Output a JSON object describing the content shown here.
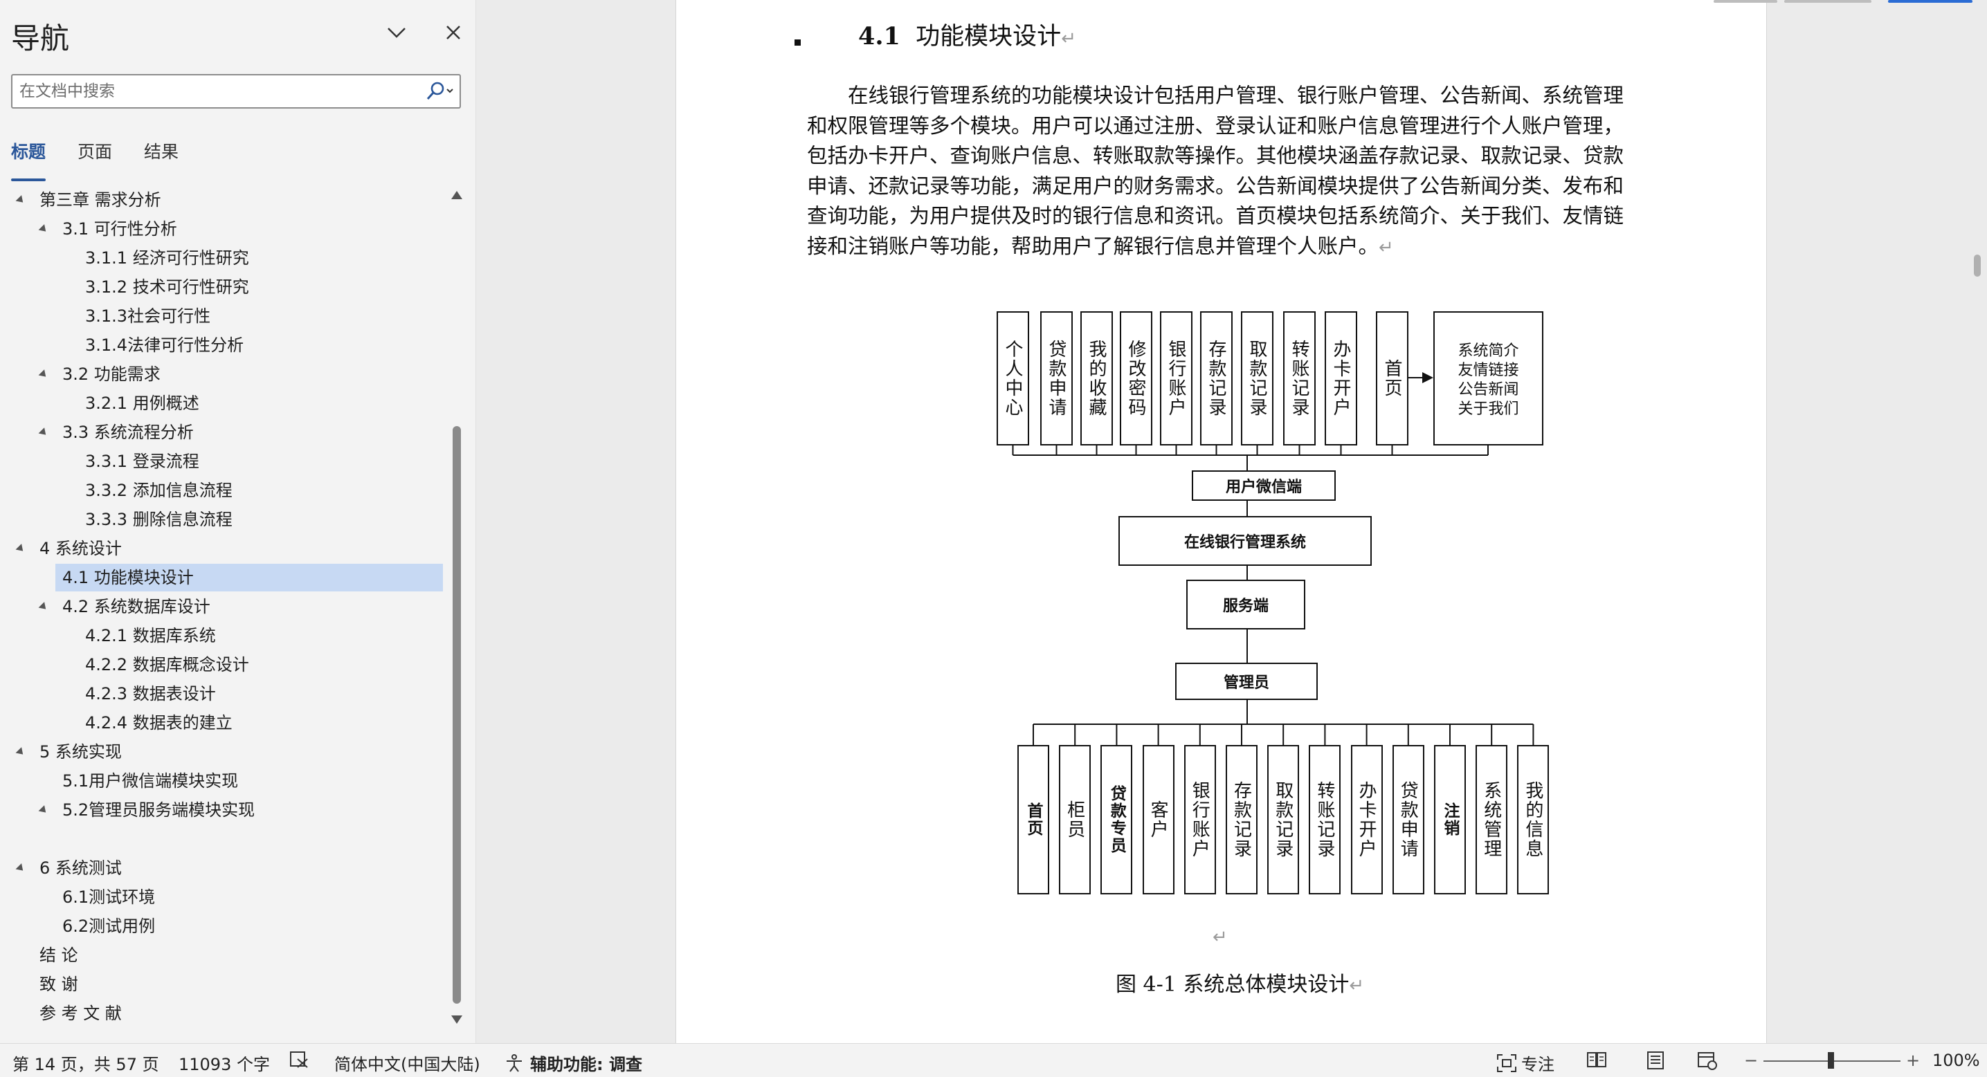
{
  "nav": {
    "title": "导航",
    "search_placeholder": "在文档中搜索",
    "tabs": [
      "标题",
      "页面",
      "结果"
    ],
    "items": [
      {
        "label": "第三章 需求分析",
        "level": 1,
        "expanded": true
      },
      {
        "label": "3.1 可行性分析",
        "level": 2,
        "expanded": true
      },
      {
        "label": "3.1.1 经济可行性研究",
        "level": 3
      },
      {
        "label": "3.1.2 技术可行性研究",
        "level": 3
      },
      {
        "label": "3.1.3社会可行性",
        "level": 3
      },
      {
        "label": "3.1.4法律可行性分析",
        "level": 3
      },
      {
        "label": "3.2 功能需求",
        "level": 2,
        "expanded": true
      },
      {
        "label": "3.2.1 用例概述",
        "level": 3
      },
      {
        "label": "3.3 系统流程分析",
        "level": 2,
        "expanded": true
      },
      {
        "label": "3.3.1 登录流程",
        "level": 3
      },
      {
        "label": "3.3.2 添加信息流程",
        "level": 3
      },
      {
        "label": "3.3.3 删除信息流程",
        "level": 3
      },
      {
        "label": "4  系统设计",
        "level": 1,
        "expanded": true
      },
      {
        "label": "4.1 功能模块设计",
        "level": 2,
        "selected": true
      },
      {
        "label": "4.2 系统数据库设计",
        "level": 2,
        "expanded": true
      },
      {
        "label": "4.2.1 数据库系统",
        "level": 3
      },
      {
        "label": "4.2.2 数据库概念设计",
        "level": 3
      },
      {
        "label": "4.2.3 数据表设计",
        "level": 3
      },
      {
        "label": "4.2.4 数据表的建立",
        "level": 3
      },
      {
        "label": "5  系统实现",
        "level": 1,
        "expanded": true
      },
      {
        "label": "5.1用户微信端模块实现",
        "level": 2
      },
      {
        "label": "5.2管理员服务端模块实现",
        "level": 2,
        "expanded": true
      },
      {
        "label": "",
        "level": 2
      },
      {
        "label": "6  系统测试",
        "level": 1,
        "expanded": true
      },
      {
        "label": "6.1测试环境",
        "level": 2
      },
      {
        "label": "6.2测试用例",
        "level": 2
      },
      {
        "label": "结   论",
        "level": 1
      },
      {
        "label": "致   谢",
        "level": 1
      },
      {
        "label": "参 考 文 献",
        "level": 1
      }
    ]
  },
  "document": {
    "heading_number": "4.1",
    "heading_text": "功能模块设计",
    "paragraph": "在线银行管理系统的功能模块设计包括用户管理、银行账户管理、公告新闻、系统管理和权限管理等多个模块。用户可以通过注册、登录认证和账户信息管理进行个人账户管理，包括办卡开户、查询账户信息、转账取款等操作。其他模块涵盖存款记录、取款记录、贷款申请、还款记录等功能，满足用户的财务需求。公告新闻模块提供了公告新闻分类、发布和查询功能，为用户提供及时的银行信息和资讯。首页模块包括系统简介、关于我们、友情链接和注销账户等功能，帮助用户了解银行信息并管理个人账户。",
    "caption": "图 4-1  系统总体模块设计",
    "return_mark": "↵"
  },
  "diagram": {
    "user_modules": [
      "个人中心",
      "贷款申请",
      "我的收藏",
      "修改密码",
      "银行账户",
      "存款记录",
      "取款记录",
      "转账记录",
      "办卡开户",
      "首页"
    ],
    "home_details": [
      "系统简介",
      "友情链接",
      "公告新闻",
      "关于我们"
    ],
    "wechat_node": "用户微信端",
    "system_node": "在线银行管理系统",
    "server_node": "服务端",
    "admin_node": "管理员",
    "admin_modules": [
      "首页",
      "柜员",
      "贷款专员",
      "客户",
      "银行账户",
      "存款记录",
      "取款记录",
      "转账记录",
      "办卡开户",
      "贷款申请",
      "注销",
      "系统管理",
      "我的信息"
    ]
  },
  "status": {
    "page_info": "第 14 页，共 57 页",
    "word_count": "11093 个字",
    "language": "简体中文(中国大陆)",
    "accessibility": "辅助功能: 调查",
    "focus": "专注",
    "zoom": "100%",
    "zoom_minus": "−",
    "zoom_plus": "+"
  }
}
